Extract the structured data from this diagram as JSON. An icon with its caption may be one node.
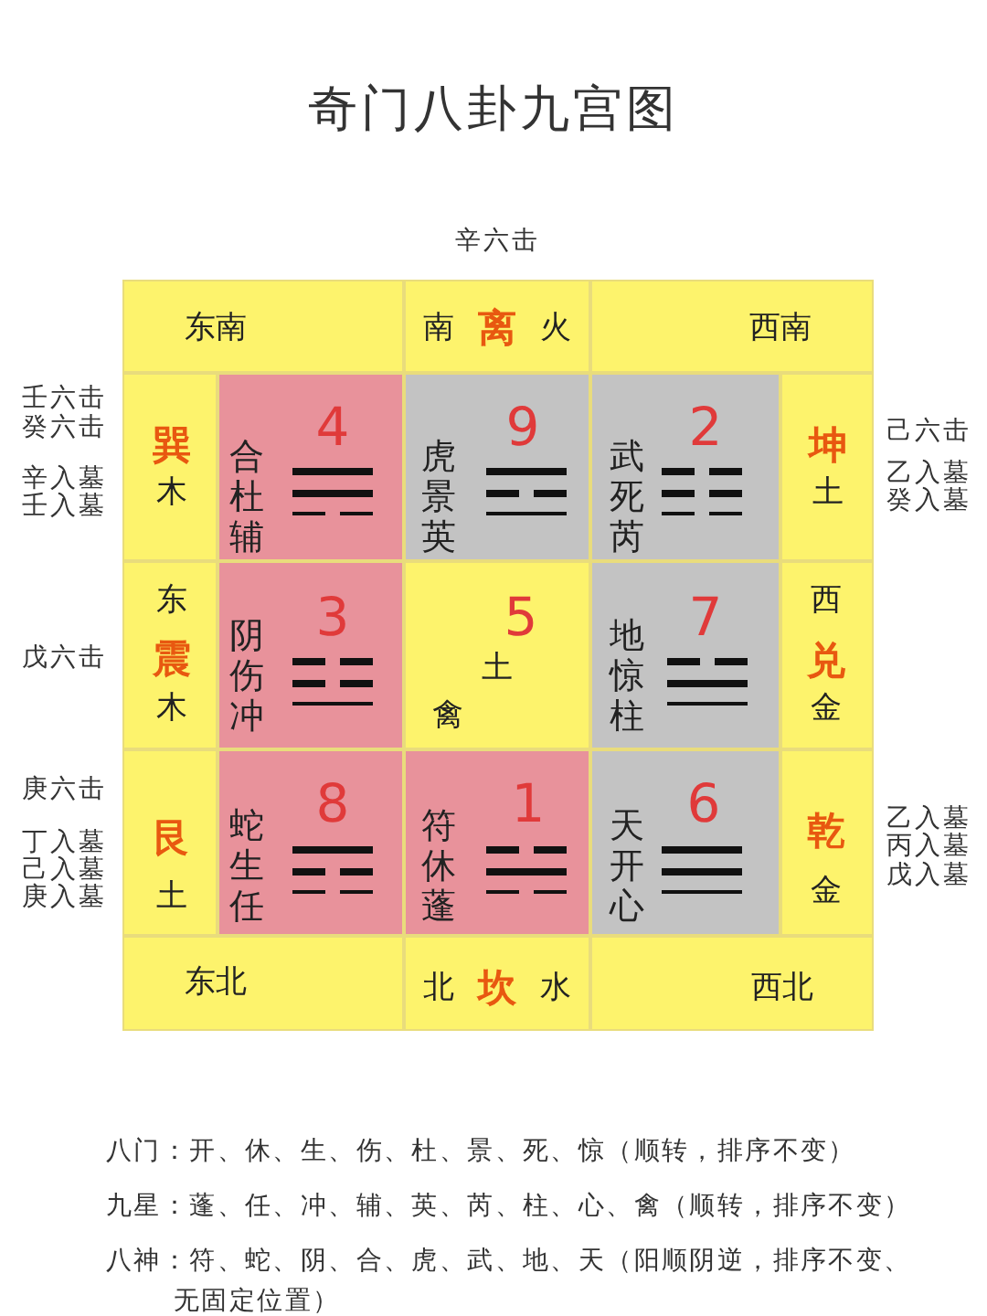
{
  "diagram": {
    "title": "奇门八卦九宫图",
    "nodes": [
      {
        "text": [
          "东南"
        ]
      },
      {
        "text": [
          "南",
          "离",
          "火"
        ]
      },
      {
        "text": [
          "西南"
        ]
      },
      {
        "text": [
          "巽",
          "木"
        ]
      },
      {
        "text": [
          "4",
          "合杜辅"
        ]
      },
      {
        "text": [
          "9",
          "虎景英"
        ]
      },
      {
        "text": [
          "2",
          "武死芮"
        ]
      },
      {
        "text": [
          "坤",
          "土"
        ]
      },
      {
        "text": [
          "东",
          "震",
          "木"
        ]
      },
      {
        "text": [
          "3",
          "阴伤冲"
        ]
      },
      {
        "text": [
          "5",
          "土",
          "禽"
        ]
      },
      {
        "text": [
          "7",
          "地惊柱"
        ]
      },
      {
        "text": [
          "西",
          "兑",
          "金"
        ]
      },
      {
        "text": [
          "艮",
          "土"
        ]
      },
      {
        "text": [
          "8",
          "蛇生任"
        ]
      },
      {
        "text": [
          "1",
          "符休蓬"
        ]
      },
      {
        "text": [
          "6",
          "天开心"
        ]
      },
      {
        "text": [
          "乾",
          "金"
        ]
      },
      {
        "text": [
          "东北"
        ]
      },
      {
        "text": [
          "北",
          "坎",
          "水"
        ]
      },
      {
        "text": [
          "西北"
        ]
      }
    ],
    "labels": [
      "辛六击",
      "壬六击",
      "癸六击",
      "辛入墓",
      "壬入墓",
      "己六击",
      "乙入墓",
      "癸入墓",
      "戊六击",
      "庚六击",
      "丁入墓",
      "己入墓",
      "庚入墓",
      "乙入墓",
      "丙入墓",
      "戊入墓",
      "八门：开、休、生、伤、杜、景、死、惊（顺转，排序不变）",
      "九星：蓬、任、冲、辅、英、芮、柱、心、禽（顺转，排序不变）",
      "八神：符、蛇、阴、合、虎、武、地、天（阳顺阴逆，排序不变、无固定位置）"
    ]
  }
}
